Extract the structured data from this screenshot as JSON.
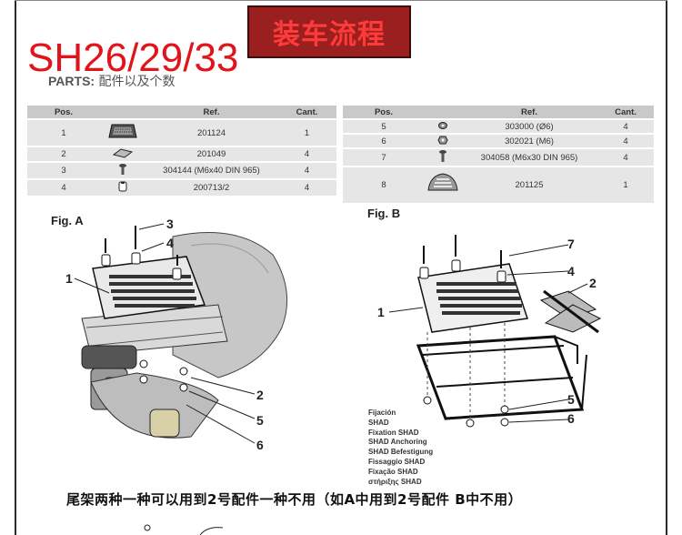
{
  "header": {
    "banner": "装车流程",
    "model": "SH26/29/33",
    "parts_label": "PARTS:",
    "parts_cn": "配件以及个数"
  },
  "table_headers": {
    "pos": "Pos.",
    "ref": "Ref.",
    "cant": "Cant."
  },
  "parts_left": [
    {
      "pos": "1",
      "ref": "201124",
      "cant": "1",
      "icon": "top-case-plate-icon"
    },
    {
      "pos": "2",
      "ref": "201049",
      "cant": "4",
      "icon": "adapter-bracket-icon"
    },
    {
      "pos": "3",
      "ref": "304144 (M6x40 DIN 965)",
      "cant": "4",
      "icon": "screw-icon"
    },
    {
      "pos": "4",
      "ref": "200713/2",
      "cant": "4",
      "icon": "spacer-icon"
    }
  ],
  "parts_right": [
    {
      "pos": "5",
      "ref": "303000 (Ø6)",
      "cant": "4",
      "icon": "washer-icon"
    },
    {
      "pos": "6",
      "ref": "302021 (M6)",
      "cant": "4",
      "icon": "nut-icon"
    },
    {
      "pos": "7",
      "ref": "304058 (M6x30 DIN 965)",
      "cant": "4",
      "icon": "screw-icon"
    },
    {
      "pos": "8",
      "ref": "201125",
      "cant": "1",
      "icon": "cover-plate-icon"
    }
  ],
  "fig_a": {
    "label": "Fig. A",
    "callouts": [
      "3",
      "4",
      "1",
      "2",
      "5",
      "6"
    ]
  },
  "fig_b": {
    "label": "Fig. B",
    "callouts": [
      "7",
      "4",
      "2",
      "1",
      "5",
      "6"
    ]
  },
  "fixation_lines": [
    "Fijación",
    "SHAD",
    "Fixation SHAD",
    "SHAD Anchoring",
    "SHAD Befestigung",
    "Fissaggio SHAD",
    "Fixação SHAD",
    "στήριξης SHAD"
  ],
  "note": "尾架两种一种可以用到2号配件一种不用（如A中用到2号配件 B中不用）",
  "colors": {
    "model_red": "#e1141b",
    "banner_bg": "#9a1f1f",
    "banner_text": "#ff3a3a",
    "table_header": "#c9c9c9",
    "table_row": "#e6e6e6"
  }
}
